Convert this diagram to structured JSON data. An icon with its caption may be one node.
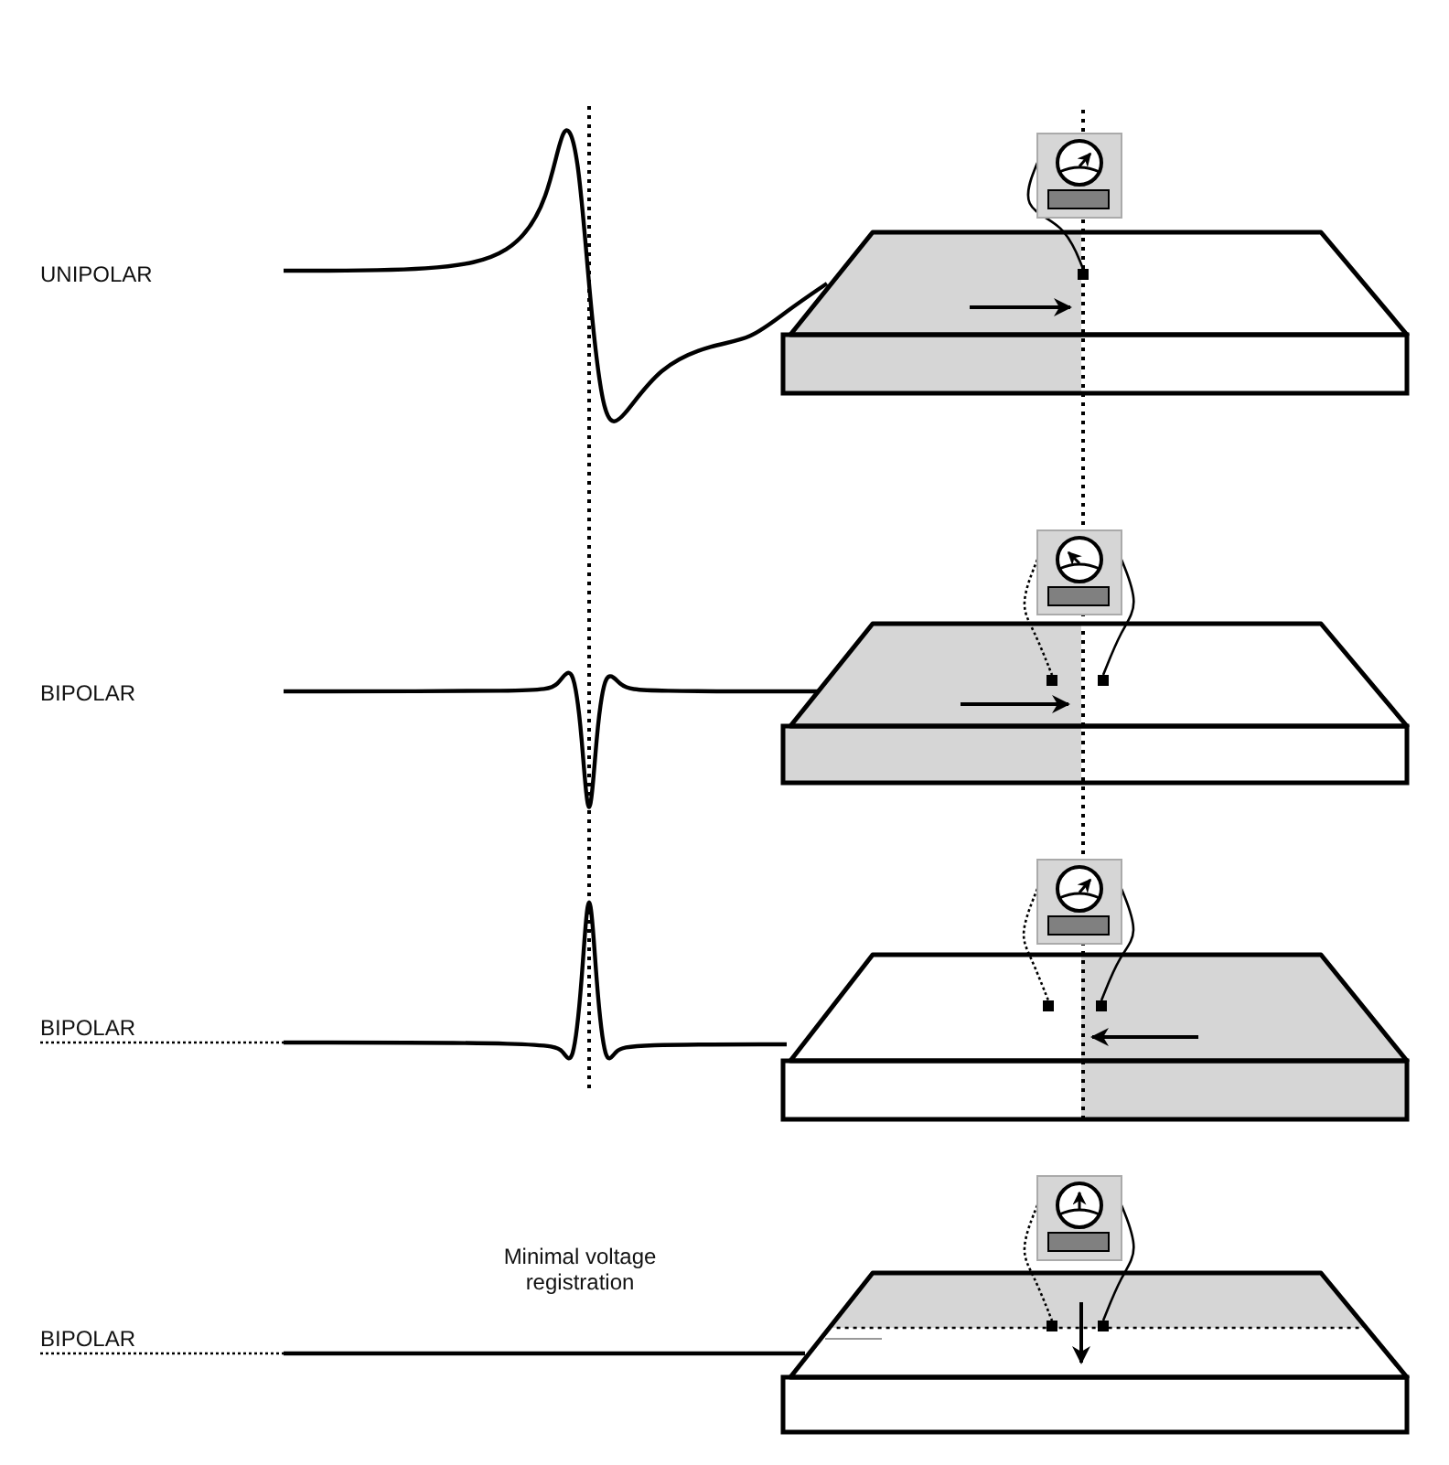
{
  "diagram": {
    "nodes": [
      {
        "text": [],
        "shape": "picture"
      },
      {
        "text": [],
        "shape": "box"
      },
      {
        "text": [],
        "shape": "picture"
      },
      {
        "text": [],
        "shape": "box"
      },
      {
        "text": [],
        "shape": "box"
      },
      {
        "text": [],
        "shape": "picture"
      },
      {
        "text": [],
        "shape": "box"
      },
      {
        "text": [],
        "shape": "box"
      },
      {
        "text": [],
        "shape": "picture"
      },
      {
        "text": [],
        "shape": "box"
      },
      {
        "text": [],
        "shape": "box"
      }
    ],
    "edges": [
      {
        "from": 0,
        "to": 1,
        "arrow": "none"
      },
      {
        "from": 2,
        "to": 3,
        "arrow": "none",
        "style": "dashed"
      },
      {
        "from": 2,
        "to": 4,
        "arrow": "none"
      },
      {
        "from": 5,
        "to": 6,
        "arrow": "none",
        "style": "dashed"
      },
      {
        "from": 5,
        "to": 7,
        "arrow": "none"
      },
      {
        "from": 8,
        "to": 9,
        "arrow": "none",
        "style": "dashed"
      },
      {
        "from": 8,
        "to": 10,
        "arrow": "none"
      }
    ],
    "labels": [
      "UNIPOLAR",
      "BIPOLAR",
      "BIPOLAR",
      "BIPOLAR",
      "Minimal voltage registration"
    ]
  }
}
